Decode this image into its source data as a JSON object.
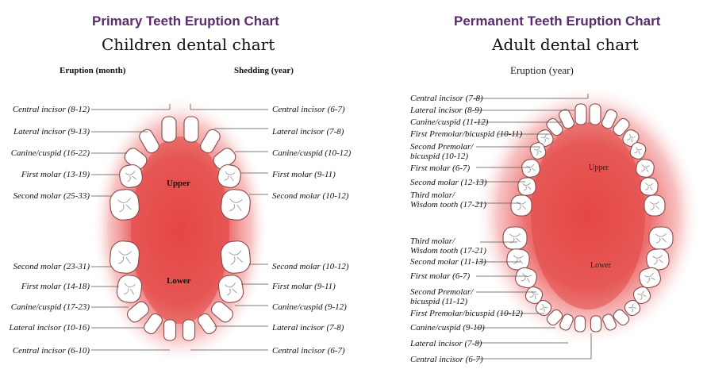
{
  "primary": {
    "title": "Primary Teeth Eruption Chart",
    "subtitle": "Children dental chart",
    "left_header": "Eruption (month)",
    "right_header": "Shedding (year)",
    "upper_label": "Upper",
    "lower_label": "Lower",
    "upper_left": [
      "Central incisor (8-12)",
      "Lateral incisor (9-13)",
      "Canine/cuspid (16-22)",
      "First molar (13-19)",
      "Second molar (25-33)"
    ],
    "upper_right": [
      "Central incisor (6-7)",
      "Lateral incisor (7-8)",
      "Canine/cuspid (10-12)",
      "First molar (9-11)",
      "Second molar (10-12)"
    ],
    "lower_left": [
      "Second molar (23-31)",
      "First molar (14-18)",
      "Canine/cuspid (17-23)",
      "Lateral incisor (10-16)",
      "Central incisor (6-10)"
    ],
    "lower_right": [
      "Second molar (10-12)",
      "First molar (9-11)",
      "Canine/cuspid (9-12)",
      "Lateral incisor (7-8)",
      "Central incisor (6-7)"
    ]
  },
  "permanent": {
    "title": "Permanent Teeth Eruption Chart",
    "subtitle": "Adult dental chart",
    "header": "Eruption (year)",
    "upper_label": "Upper",
    "lower_label": "Lower",
    "upper": [
      "Central incisor (7-8)",
      "Lateral incisor (8-9)",
      "Canine/cuspid (11-12)",
      "First Premolar/bicuspid (10-11)",
      "Second Premolar/\nbicuspid (10-12)",
      "First molar (6-7)",
      "Second molar (12-13)",
      "Third molar/\nWisdom tooth (17-21)"
    ],
    "lower": [
      "Third molar/\nWisdom tooth (17-21)",
      "Second molar (11-13)",
      "First molar (6-7)",
      "Second Premolar/\nbicuspid (11-12)",
      "First Premolar/bicuspid (10-12)",
      "Canine/cuspid (9-10)",
      "Lateral incisor (7-8)",
      "Central incisor (6-7)"
    ]
  },
  "colors": {
    "title": "#5a2c6e",
    "glow": "#e8504f",
    "line": "#444444"
  }
}
